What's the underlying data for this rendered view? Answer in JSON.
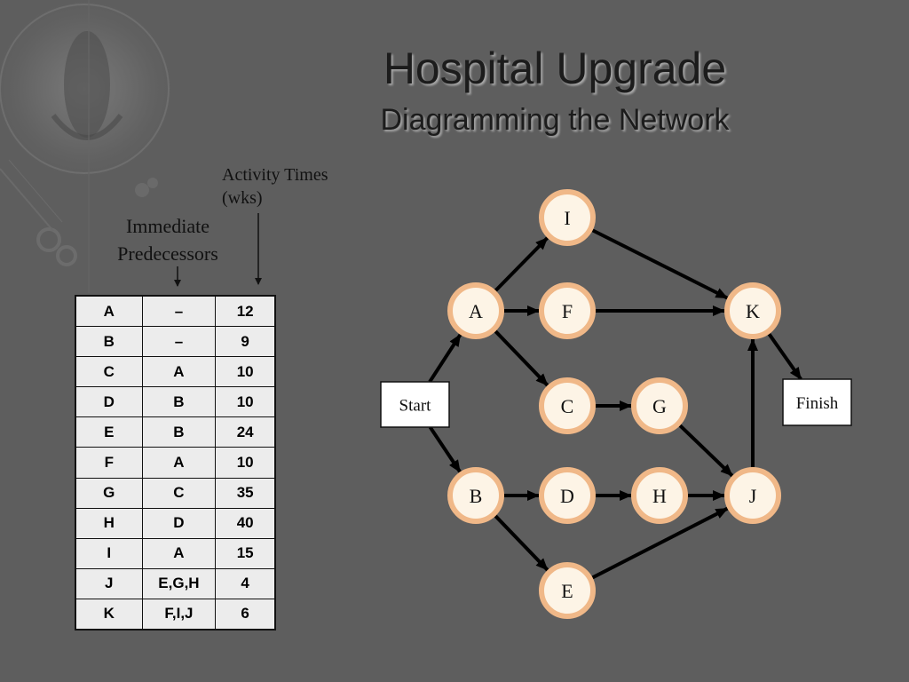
{
  "title": "Hospital Upgrade",
  "subtitle": "Diagramming the Network",
  "labels": {
    "activity_times_line1": "Activity Times",
    "activity_times_line2": "(wks)",
    "immediate_line1": "Immediate",
    "immediate_line2": "Predecessors"
  },
  "table": [
    [
      "A",
      "–",
      "12"
    ],
    [
      "B",
      "–",
      "9"
    ],
    [
      "C",
      "A",
      "10"
    ],
    [
      "D",
      "B",
      "10"
    ],
    [
      "E",
      "B",
      "24"
    ],
    [
      "F",
      "A",
      "10"
    ],
    [
      "G",
      "C",
      "35"
    ],
    [
      "H",
      "D",
      "40"
    ],
    [
      "I",
      "A",
      "15"
    ],
    [
      "J",
      "E,G,H",
      "4"
    ],
    [
      "K",
      "F,I,J",
      "6"
    ]
  ],
  "network": {
    "start_label": "Start",
    "finish_label": "Finish",
    "nodes": [
      "A",
      "B",
      "C",
      "D",
      "E",
      "F",
      "G",
      "H",
      "I",
      "J",
      "K"
    ],
    "edges": [
      [
        "Start",
        "A"
      ],
      [
        "Start",
        "B"
      ],
      [
        "A",
        "I"
      ],
      [
        "A",
        "F"
      ],
      [
        "A",
        "C"
      ],
      [
        "B",
        "D"
      ],
      [
        "B",
        "E"
      ],
      [
        "C",
        "G"
      ],
      [
        "D",
        "H"
      ],
      [
        "G",
        "J"
      ],
      [
        "H",
        "J"
      ],
      [
        "E",
        "J"
      ],
      [
        "I",
        "K"
      ],
      [
        "F",
        "K"
      ],
      [
        "J",
        "K"
      ],
      [
        "K",
        "Finish"
      ]
    ]
  },
  "colors": {
    "background": "#5e5e5e",
    "node_fill": "#fdf4e6",
    "node_ring": "#f0b888",
    "table_fill": "#ececec"
  }
}
